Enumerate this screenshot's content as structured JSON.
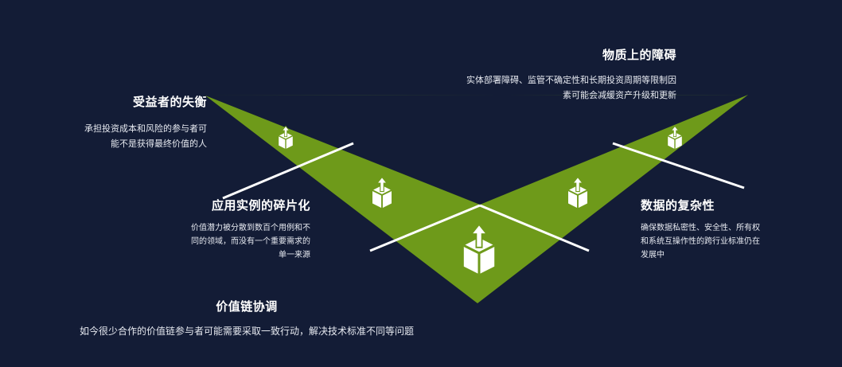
{
  "beneficiaries": {
    "title": "受益者的失衡",
    "desc_line1": "承担投资成本和风险的参与者可",
    "desc_line2": "能不是获得最终价值的人"
  },
  "physical": {
    "title": "物质上的障碍",
    "desc_line1": "实体部署障碍、监管不确定性和长期投资周期等限制因",
    "desc_line2": "素可能会减缓资产升级和更新"
  },
  "fragmentation": {
    "title": "应用实例的碎片化",
    "desc_line1": "价值潜力被分散到数百个用例和不",
    "desc_line2": "同的领域，而没有一个重要需求的",
    "desc_line3": "单一来源"
  },
  "complexity": {
    "title": "数据的复杂性",
    "desc_line1": "确保数据私密性、安全性、所有权",
    "desc_line2": "和系统互操作性的跨行业标准仍在",
    "desc_line3": "发展中"
  },
  "coordination": {
    "title": "价值链协调",
    "desc": "如今很少合作的价值链参与者可能需要采取一致行动，解决技术标准不同等问题"
  },
  "colors": {
    "background": "#131c36",
    "accent_green": "#6e9a1a",
    "line": "#ffffff"
  },
  "icons": [
    "box-upload-icon"
  ]
}
